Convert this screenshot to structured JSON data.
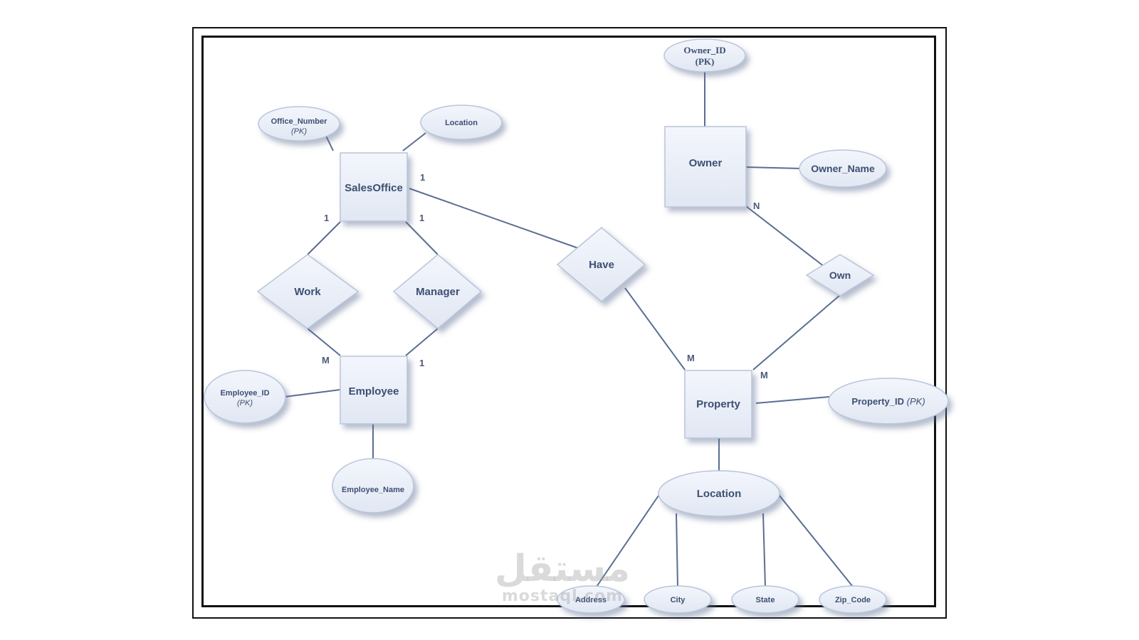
{
  "entities": {
    "sales_office": "SalesOffice",
    "employee": "Employee",
    "owner": "Owner",
    "property": "Property"
  },
  "relationships": {
    "work": "Work",
    "manager": "Manager",
    "have": "Have",
    "own": "Own"
  },
  "attributes": {
    "office_number": "Office_Number",
    "office_number_key": "(PK)",
    "office_location": "Location",
    "employee_id": "Employee_ID",
    "employee_id_key": "(PK)",
    "employee_name": "Employee_Name",
    "owner_id": "Owner_ID",
    "owner_id_key": "(PK)",
    "owner_name": "Owner_Name",
    "property_id": "Property_ID",
    "property_id_key": "(PK)",
    "property_location": "Location",
    "address": "Address",
    "city": "City",
    "state": "State",
    "zip_code": "Zip_Code"
  },
  "cardinalities": {
    "salesoffice_have": "1",
    "salesoffice_work": "1",
    "salesoffice_manager": "1",
    "employee_work": "M",
    "employee_manager": "1",
    "owner_own": "N",
    "property_have": "M",
    "property_own": "M"
  },
  "watermark": {
    "arabic": "مستقل",
    "latin": "mostaql.com"
  },
  "colors": {
    "shape_fill": "#e9eef8",
    "shape_stroke": "#b9c5da",
    "line": "#5a6e92",
    "text": "#3d4f73"
  }
}
